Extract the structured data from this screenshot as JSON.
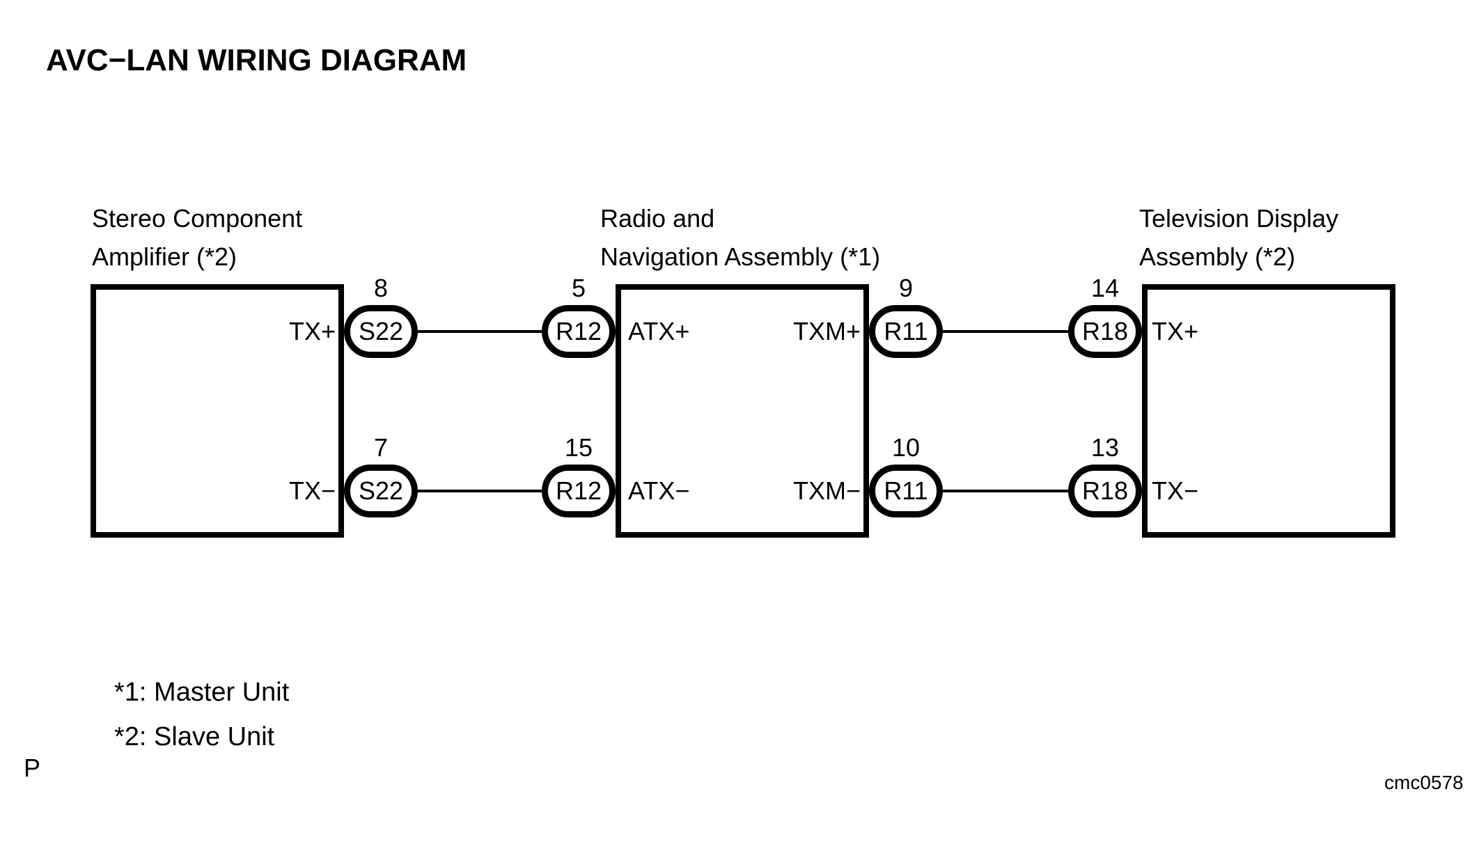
{
  "title": "AVC−LAN WIRING DIAGRAM",
  "colors": {
    "ink": "#000000",
    "paper": "#ffffff"
  },
  "diagram": {
    "boxes": [
      {
        "label_line1": "Stereo Component",
        "label_line2": "Amplifier (*2)",
        "pins": {
          "top": "TX+",
          "bottom": "TX−"
        }
      },
      {
        "label_line1": "Radio and",
        "label_line2": "Navigation Assembly (*1)",
        "pins": {
          "top_left": "ATX+",
          "top_right": "TXM+",
          "bottom_left": "ATX−",
          "bottom_right": "TXM−"
        }
      },
      {
        "label_line1": "Television Display",
        "label_line2": "Assembly (*2)",
        "pins": {
          "top": "TX+",
          "bottom": "TX−"
        }
      }
    ],
    "connectors": [
      {
        "pin": "8",
        "id": "S22"
      },
      {
        "pin": "5",
        "id": "R12"
      },
      {
        "pin": "9",
        "id": "R11"
      },
      {
        "pin": "14",
        "id": "R18"
      },
      {
        "pin": "7",
        "id": "S22"
      },
      {
        "pin": "15",
        "id": "R12"
      },
      {
        "pin": "10",
        "id": "R11"
      },
      {
        "pin": "13",
        "id": "R18"
      }
    ]
  },
  "notes": [
    "*1: Master Unit",
    "*2: Slave Unit"
  ],
  "footer": {
    "page_marker": "P",
    "figure_code": "cmc0578"
  }
}
